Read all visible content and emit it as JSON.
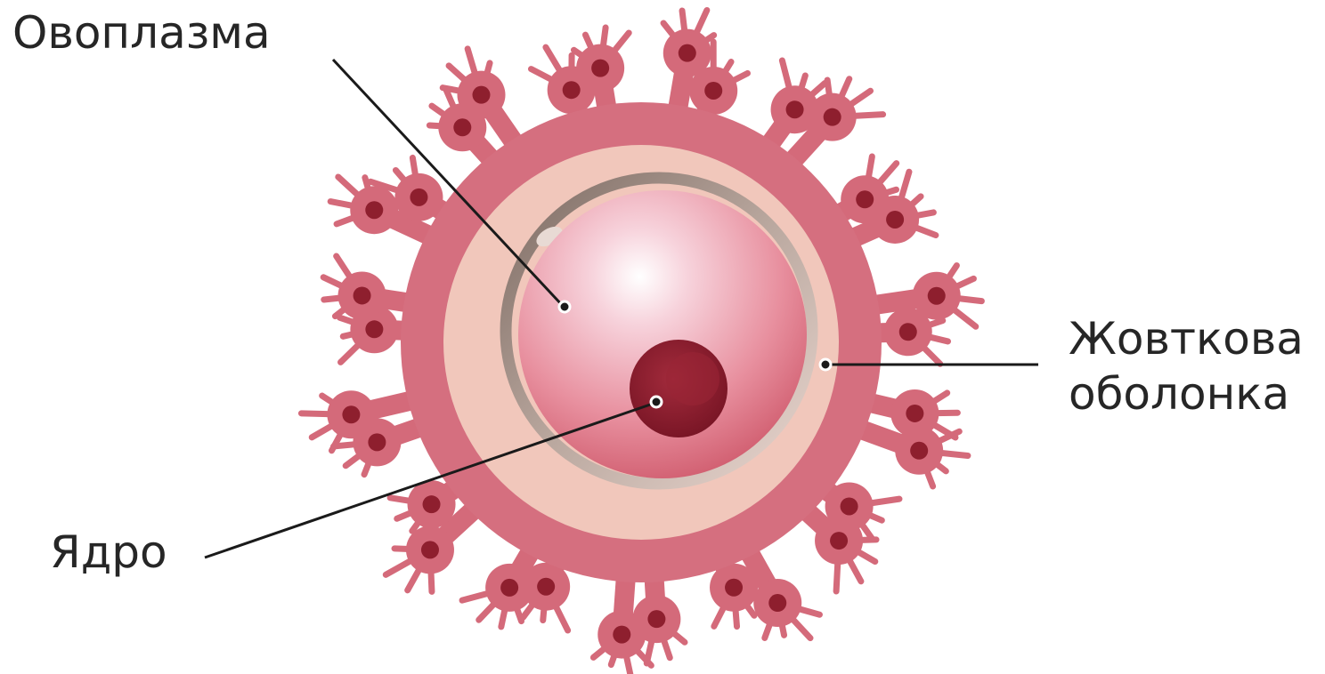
{
  "labels": {
    "ooplasm": "Овоплазма",
    "nucleus": "Ядро",
    "membrane_line1": "Жовткова",
    "membrane_line2": "оболонка"
  },
  "colors": {
    "follicle_cells": "#d46a7a",
    "follicle_nuclei": "#8e1f2e",
    "zona": "#f2c9bd",
    "ooplasm_center": "#fbe6ea",
    "ooplasm_edge": "#d9687a",
    "nucleus": "#8c1e2d",
    "leader_lines": "#1a1a1a",
    "text": "#262626"
  }
}
